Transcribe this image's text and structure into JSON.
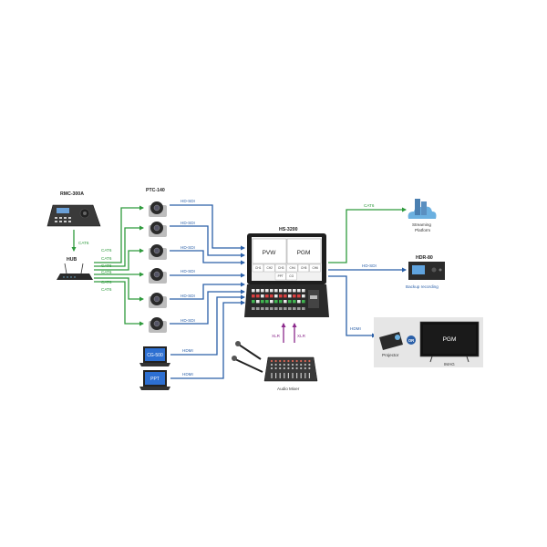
{
  "devices": {
    "rmc": "RMC-300A",
    "hub": "HUB",
    "ptc": "PTC-140",
    "hs": "HS-3200",
    "hdr": "HDR-80",
    "backup": "Backup recording",
    "streaming_line1": "Streaming",
    "streaming_line2": "Platform",
    "cg": "CG-500",
    "ppt": "PPT",
    "audio_mixer": "Audio Mixer",
    "projector": "Projector",
    "or": "OR",
    "pgm_monitor": "PGM",
    "imag": "IMAG"
  },
  "screen": {
    "pvw": "PVW",
    "pgm": "PGM",
    "cells_row1": [
      "CH1",
      "CH2",
      "CH3",
      "CH4",
      "CH5",
      "CH6"
    ],
    "cells_row2": [
      "PPT",
      "CG"
    ]
  },
  "links": {
    "cat6": "CAT6",
    "hd_sdi": "HD-SDI",
    "hdmi": "HDMI",
    "xlr": "XLR"
  },
  "colors": {
    "green": "#2e9a3c",
    "blue": "#2a5fa8",
    "purple": "#8c2a8c"
  }
}
